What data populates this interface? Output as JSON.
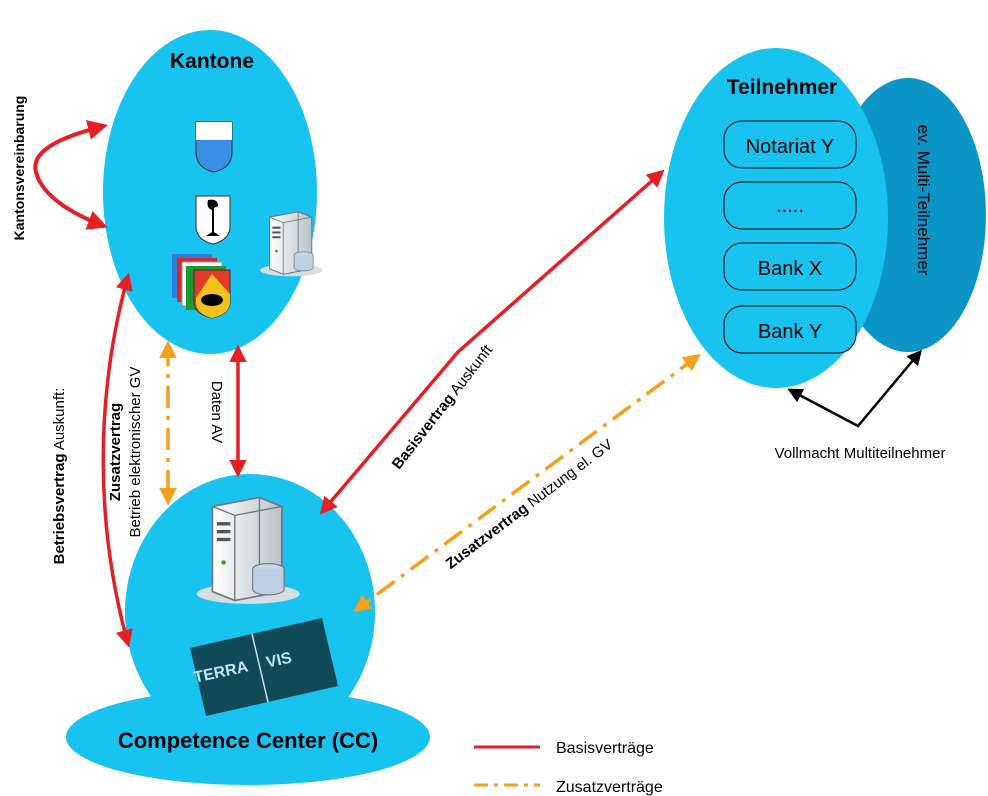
{
  "kantone": {
    "title": "Kantone"
  },
  "teilnehmer": {
    "title": "Teilnehmer",
    "multi_label": "ev. Multi-Teilnehmer",
    "items": [
      "Notariat Y",
      ".....",
      "Bank X",
      "Bank Y"
    ]
  },
  "cc": {
    "title": "Competence Center (CC)",
    "logo_left": "TERRA",
    "logo_right": "VIS"
  },
  "labels": {
    "kantonsvereinbarung": "Kantonsvereinbarung",
    "betrieb_bold": "Betriebsvertrag",
    "betrieb_rest": " Auskunft:",
    "zusatz_bold": "Zusatzvertrag",
    "zusatz_line2": "Betrieb elektronischer GV",
    "daten_av": "Daten AV",
    "basis_bold": "Basisvertrag",
    "basis_rest": " Auskunft",
    "zusatz2_bold": "Zusatzvertrag",
    "zusatz2_rest": " Nutzung el. GV",
    "vollmacht": "Vollmacht Multiteilnehmer"
  },
  "legend": {
    "basis": "Basisverträge",
    "zusatz": "Zusatzverträge"
  },
  "colors": {
    "ellipse": "#19c3f0",
    "multi": "#0b95c6",
    "basis_line": "#e41f26",
    "zusatz_line": "#f5a01a",
    "logo_bg": "#0f4a56"
  },
  "icons": [
    "server-icon",
    "canton-luzern-icon",
    "canton-basel-icon",
    "canton-bern-icon"
  ]
}
